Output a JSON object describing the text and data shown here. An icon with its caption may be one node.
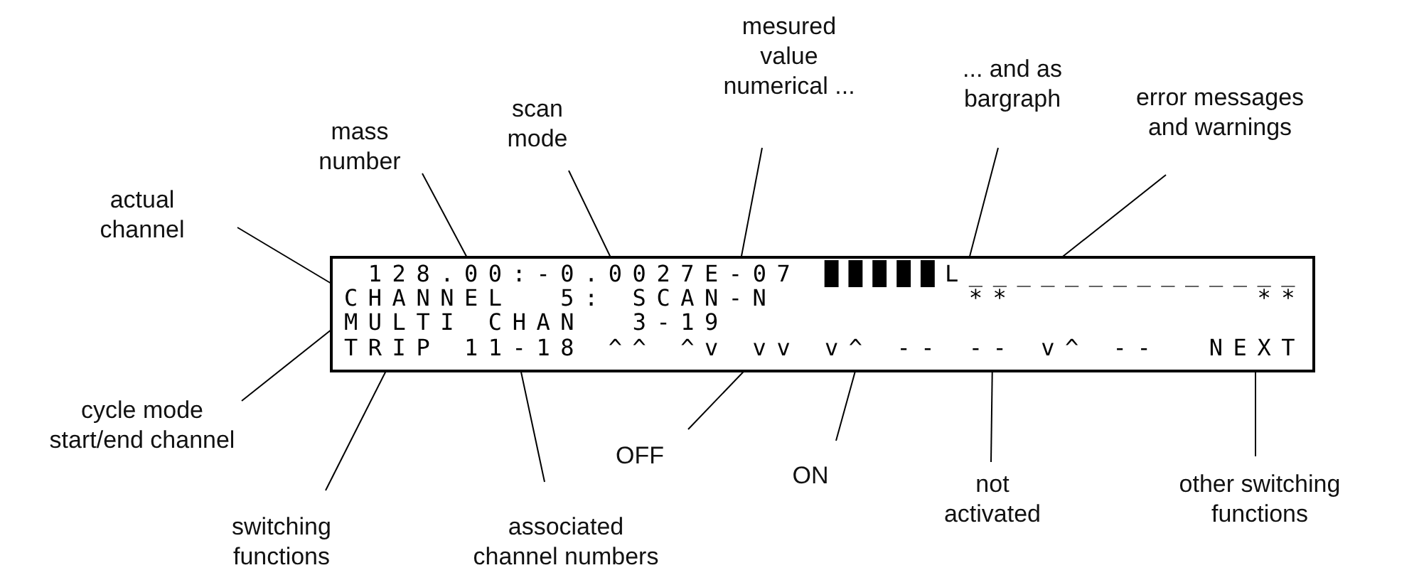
{
  "diagram": {
    "nodes": [
      {
        "text": [],
        "shape": "box"
      },
      {
        "text": [
          "128.00"
        ],
        "in": 0
      },
      {
        "text": [
          ":-0.0027E-07"
        ],
        "in": 0
      },
      {
        "text": [
          "█████L______________"
        ],
        "in": 0
      },
      {
        "text": [
          "CHANNEL  5:"
        ],
        "in": 0
      },
      {
        "text": [
          "SCAN-N"
        ],
        "in": 0
      },
      {
        "text": [
          "**"
        ],
        "in": 0
      },
      {
        "text": [
          "**"
        ],
        "in": 0
      },
      {
        "text": [
          "MULTI CHAN  3-19"
        ],
        "in": 0
      },
      {
        "text": [
          "TRIP"
        ],
        "in": 0
      },
      {
        "text": [
          "11-18"
        ],
        "in": 0
      },
      {
        "text": [
          "^^"
        ],
        "in": 0
      },
      {
        "text": [
          "^v"
        ],
        "in": 0
      },
      {
        "text": [
          "vv"
        ],
        "in": 0
      },
      {
        "text": [
          "v^"
        ],
        "in": 0
      },
      {
        "text": [
          "--"
        ],
        "in": 0
      },
      {
        "text": [
          "--"
        ],
        "in": 0
      },
      {
        "text": [
          "v^"
        ],
        "in": 0
      },
      {
        "text": [
          "--"
        ],
        "in": 0
      },
      {
        "text": [
          "NEXT"
        ],
        "in": 0
      },
      {
        "text": [
          "mass number"
        ]
      },
      {
        "text": [
          "scan mode"
        ]
      },
      {
        "text": [
          "mesured value numerical ..."
        ]
      },
      {
        "text": [
          "... and as bargraph"
        ]
      },
      {
        "text": [
          "error messages and warnings"
        ]
      },
      {
        "text": [
          "actual channel"
        ]
      },
      {
        "text": [
          "cycle mode start/end channel"
        ]
      },
      {
        "text": [
          "switching functions"
        ]
      },
      {
        "text": [
          "associated channel numbers"
        ]
      },
      {
        "text": [
          "OFF"
        ]
      },
      {
        "text": [
          "ON"
        ]
      },
      {
        "text": [
          "not activated"
        ]
      },
      {
        "text": [
          "other switching functions"
        ]
      }
    ],
    "edges": [
      {
        "from": 20,
        "to": 1,
        "arrow": "none"
      },
      {
        "from": 21,
        "to": 5,
        "arrow": "none"
      },
      {
        "from": 22,
        "to": 2,
        "arrow": "none"
      },
      {
        "from": 23,
        "to": 3,
        "arrow": "none"
      },
      {
        "from": 24,
        "to": 6,
        "arrow": "none"
      },
      {
        "from": 25,
        "to": 4,
        "arrow": "none"
      },
      {
        "from": 26,
        "to": 8,
        "arrow": "none"
      },
      {
        "from": 27,
        "to": 9,
        "arrow": "none"
      },
      {
        "from": 28,
        "to": 10,
        "arrow": "none"
      },
      {
        "from": 29,
        "to": 13,
        "arrow": "none"
      },
      {
        "from": 30,
        "to": 14,
        "arrow": "none"
      },
      {
        "from": 31,
        "to": 16,
        "arrow": "none"
      },
      {
        "from": 32,
        "to": 19,
        "arrow": "none"
      }
    ]
  }
}
